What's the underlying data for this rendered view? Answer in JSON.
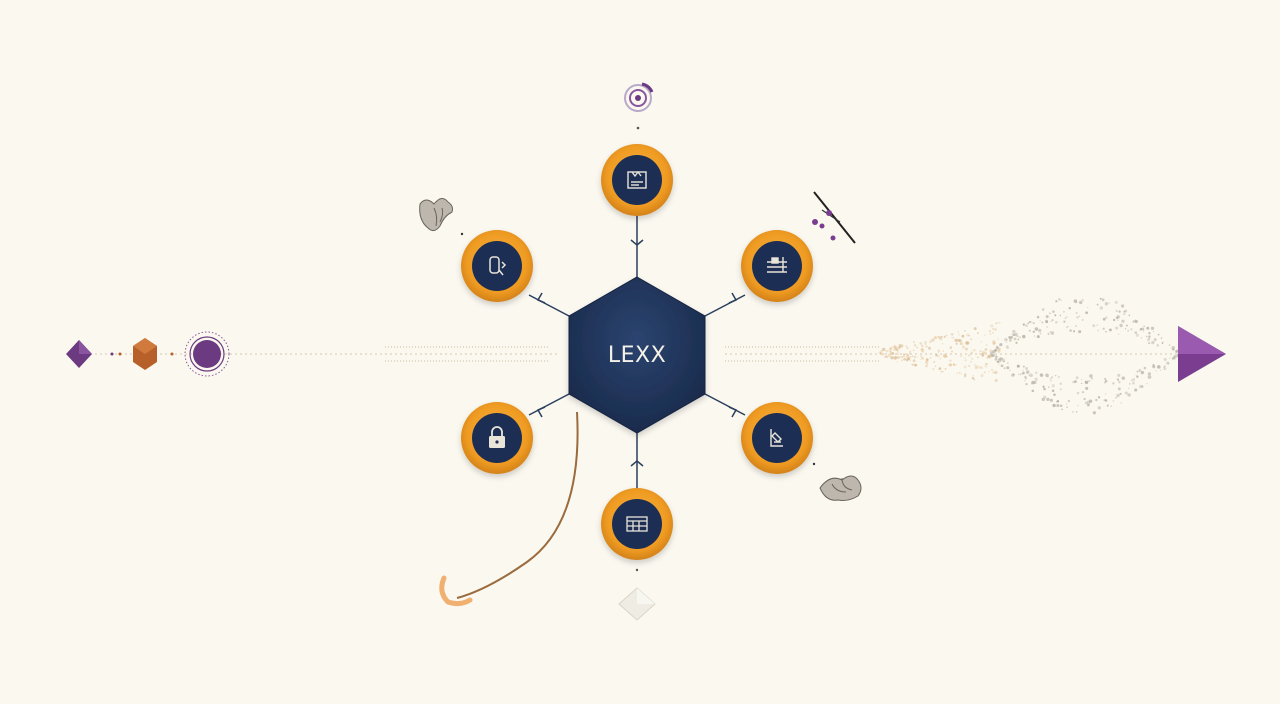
{
  "hub": {
    "label": "LEXX",
    "color": "#213559"
  },
  "colors": {
    "background": "#faf8ef",
    "node_ring": "#f0a02a",
    "node_ring_dark": "#d98a1a",
    "node_core": "#1e2f52",
    "connector": "#2b3f5e",
    "accent_purple": "#6b3a80",
    "accent_orange": "#b8602a",
    "arrow_purple": "#7a3d8f",
    "trail": "#e8c9a0"
  },
  "satellites": [
    {
      "icon": "film-frame-icon",
      "name": "satellite-node-top"
    },
    {
      "icon": "sliders-icon",
      "name": "satellite-node-upper-right"
    },
    {
      "icon": "document-edit-icon",
      "name": "satellite-node-lower-right"
    },
    {
      "icon": "calendar-grid-icon",
      "name": "satellite-node-bottom"
    },
    {
      "icon": "lock-icon",
      "name": "satellite-node-lower-left"
    },
    {
      "icon": "search-tag-icon",
      "name": "satellite-node-upper-left"
    }
  ],
  "left_markers": [
    "purple-diamond-icon",
    "orange-hexagon-icon",
    "purple-sun-icon"
  ],
  "right_marker": "purple-arrowhead-icon",
  "decorations": [
    "swirl-orb-icon",
    "crossed-stick-icon",
    "hand-sketch-icon",
    "paw-sketch-icon",
    "white-diamond-icon",
    "curved-hook-icon"
  ]
}
